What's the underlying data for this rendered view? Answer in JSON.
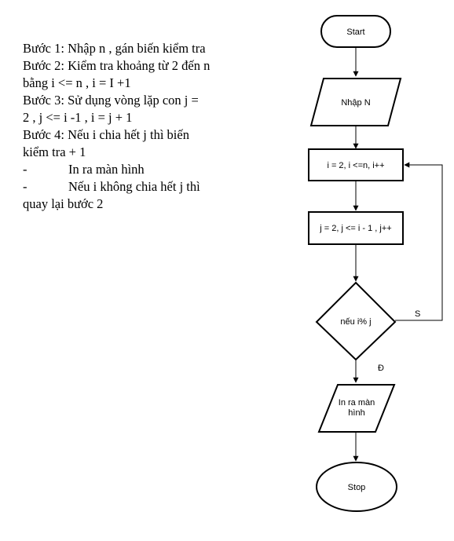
{
  "steps": {
    "l1": "Bước 1: Nhập n , gán biến kiểm tra",
    "l2": "Bước 2: Kiểm tra khoảng từ 2 đến n",
    "l3": "bằng i <= n , i = I +1",
    "l4": "Bước 3: Sử dụng vòng lặp con j =",
    "l5": "2 , j <= i -1 , i = j + 1",
    "l6": "Bước 4: Nếu i chia hết j thì biến",
    "l7": "kiểm tra + 1",
    "dash": "-",
    "l8": "In ra màn hình",
    "l9": "Nếu i không chia hết j thì",
    "l10": "quay lại bước 2"
  },
  "flowchart": {
    "start": "Start",
    "input": "Nhập N",
    "loop_i": "i = 2, i <=n, i++",
    "loop_j": "j = 2, j <= i - 1 , j++",
    "decision": "nếu i% j",
    "label_s": "S",
    "label_d": "Đ",
    "output_l1": "In ra màn",
    "output_l2": "hình",
    "stop": "Stop"
  }
}
